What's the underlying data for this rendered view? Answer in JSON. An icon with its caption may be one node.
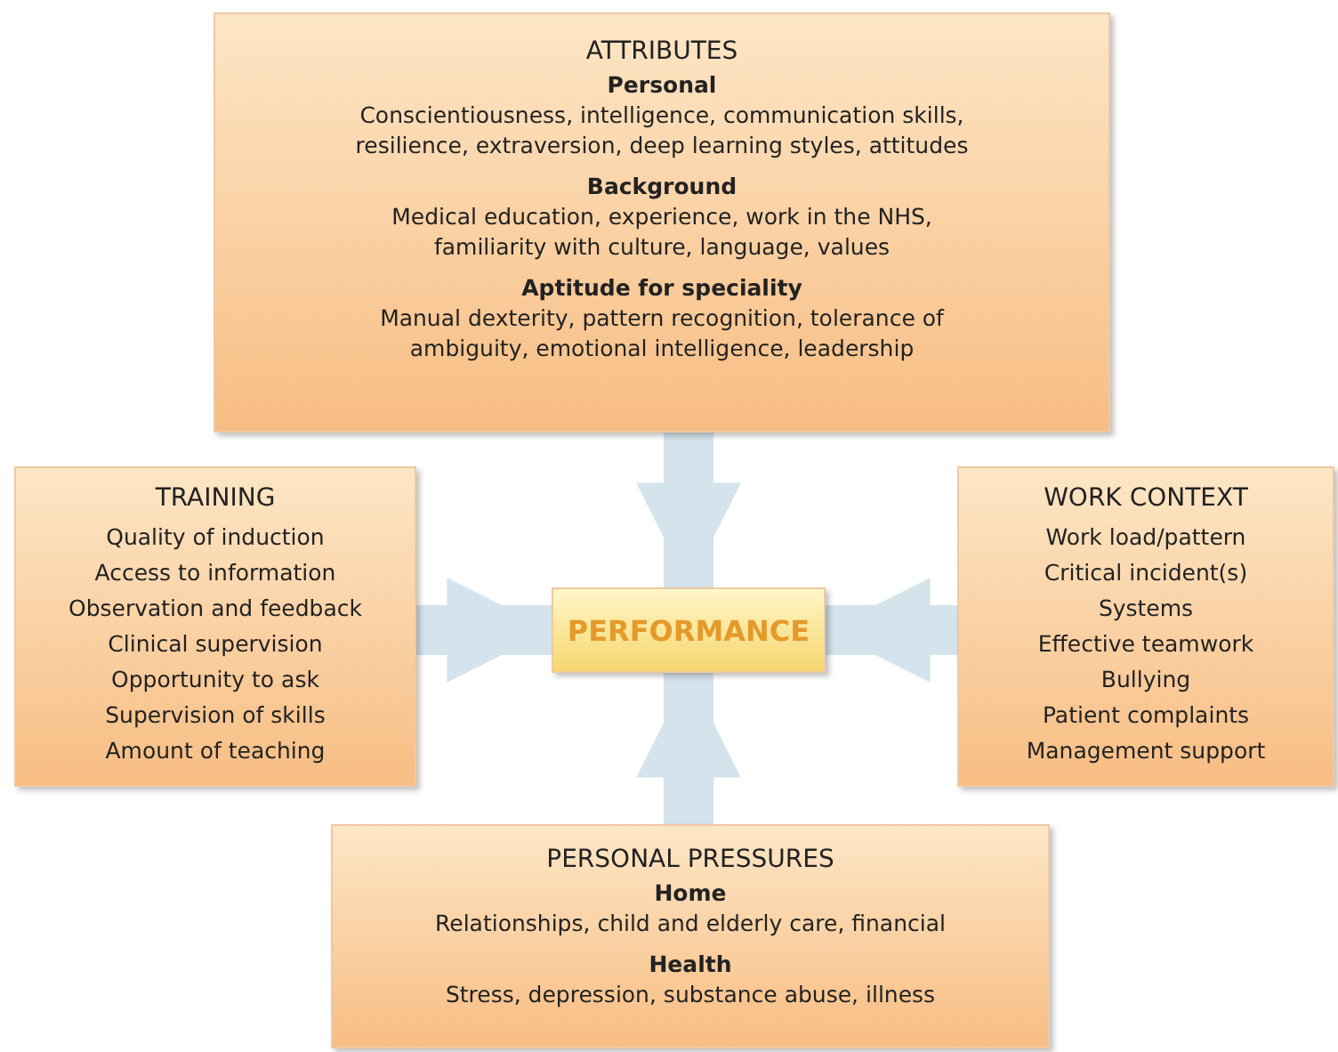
{
  "diagram": {
    "nodes": [
      {
        "text": [
          "ATTRIBUTES",
          "Personal",
          "Conscientiousness, intelligence, communication skills, resilience, extraversion, deep learning styles, attitudes",
          "Background",
          "Medical education, experience, work in the NHS, familiarity with culture, language, values",
          "Aptitude for speciality",
          "Manual dexterity, pattern recognition, tolerance of ambiguity, emotional intelligence, leadership"
        ]
      },
      {
        "text": [
          "TRAINING",
          "Quality of induction",
          "Access to information",
          "Observation and feedback",
          "Clinical supervision",
          "Opportunity to ask",
          "Supervision of skills",
          "Amount of teaching"
        ]
      },
      {
        "text": [
          "PERFORMANCE"
        ]
      },
      {
        "text": [
          "WORK CONTEXT",
          "Work load/pattern",
          "Critical incident(s)",
          "Systems",
          "Effective teamwork",
          "Bullying",
          "Patient complaints",
          "Management support"
        ]
      },
      {
        "text": [
          "PERSONAL PRESSURES",
          "Home",
          "Relationships, child and elderly care, financial",
          "Health",
          "Stress, depression, substance abuse, illness"
        ]
      }
    ],
    "edges": [
      {
        "from": 0,
        "to": 2,
        "arrow": "to"
      },
      {
        "from": 1,
        "to": 2,
        "arrow": "to"
      },
      {
        "from": 3,
        "to": 2,
        "arrow": "to"
      },
      {
        "from": 4,
        "to": 2,
        "arrow": "to"
      }
    ]
  }
}
